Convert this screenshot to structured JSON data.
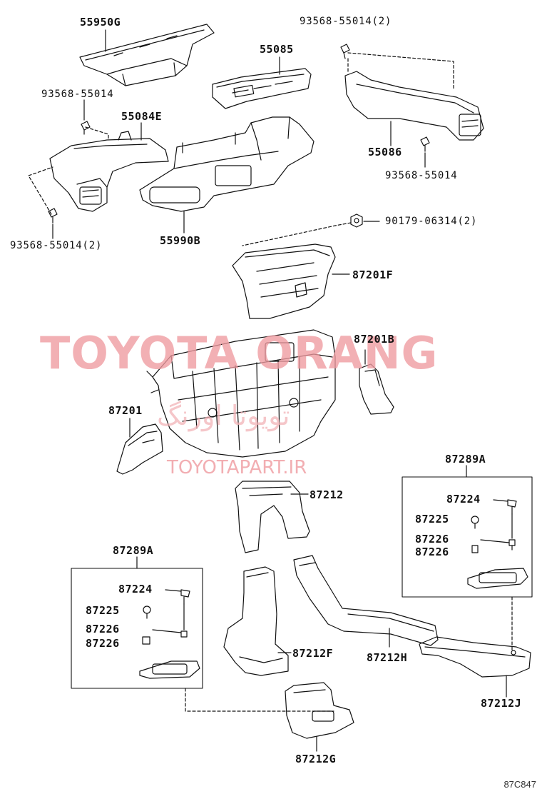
{
  "labels": {
    "p55950G": "55950G",
    "p55085": "55085",
    "p93568_55014_2_top": "93568-55014(2)",
    "p93568_55014_left": "93568-55014",
    "p55084E": "55084E",
    "p55086": "55086",
    "p93568_55014_right": "93568-55014",
    "p93568_55014_2_left": "93568-55014(2)",
    "p55990B": "55990B",
    "p90179_06314_2": "90179-06314(2)",
    "p87201F": "87201F",
    "p87201B": "87201B",
    "p87201": "87201",
    "p87289A_right": "87289A",
    "p87224_right": "87224",
    "p87225_right": "87225",
    "p87226a_right": "87226",
    "p87226b_right": "87226",
    "p87212": "87212",
    "p87289A_left": "87289A",
    "p87224_left": "87224",
    "p87225_left": "87225",
    "p87226a_left": "87226",
    "p87226b_left": "87226",
    "p87212F": "87212F",
    "p87212H": "87212H",
    "p87212J": "87212J",
    "p87212G": "87212G"
  },
  "watermark": {
    "title": "TOYOTA ORANG",
    "farsi": "تویوتا اورنگ",
    "url": "TOYOTAPART.IR"
  },
  "figure_code": "87C847",
  "colors": {
    "line": "#111111",
    "watermark": "#ef9aa0"
  }
}
